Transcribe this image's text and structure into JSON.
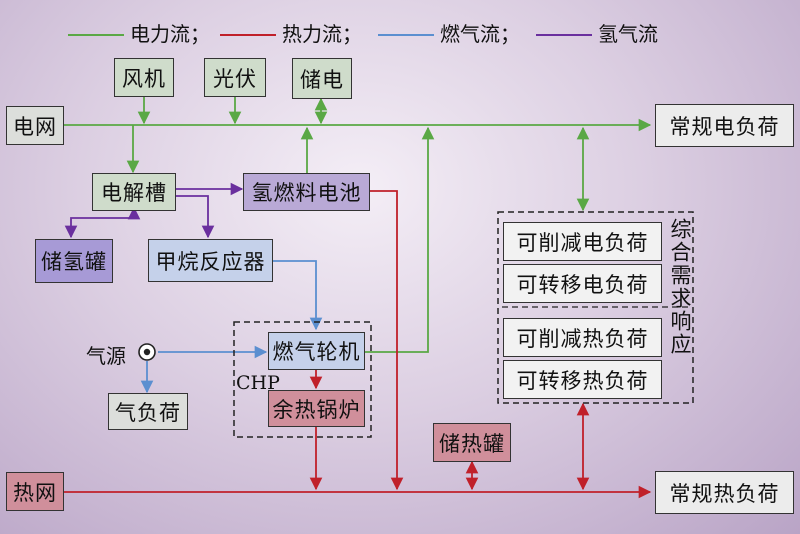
{
  "legend": {
    "electric": "电力流；",
    "heat": "热力流；",
    "gas": "燃气流；",
    "hydrogen": "氢气流"
  },
  "colors": {
    "electric": "#5aa845",
    "heat": "#c0202a",
    "gas": "#5b8fd0",
    "hydrogen": "#6a2f9e"
  },
  "nodes": {
    "wind": "风机",
    "pv": "光伏",
    "storage": "储电",
    "grid": "电网",
    "electric_load": "常规电负荷",
    "electrolyzer": "电解槽",
    "fuel_cell": "氢燃料电池",
    "h2_tank": "储氢罐",
    "methane_reactor": "甲烷反应器",
    "gas_source": "气源",
    "gas_load": "气负荷",
    "gas_turbine": "燃气轮机",
    "waste_heat_boiler": "余热锅炉",
    "chp": "CHP",
    "heat_tank": "储热罐",
    "heat_grid": "热网",
    "heat_load": "常规热负荷"
  },
  "demand_response": {
    "title": "综合需求响应",
    "items": [
      "可削减电负荷",
      "可转移电负荷",
      "可削减热负荷",
      "可转移热负荷"
    ]
  },
  "icons": {
    "gas_source": "concentric-circle-icon"
  }
}
